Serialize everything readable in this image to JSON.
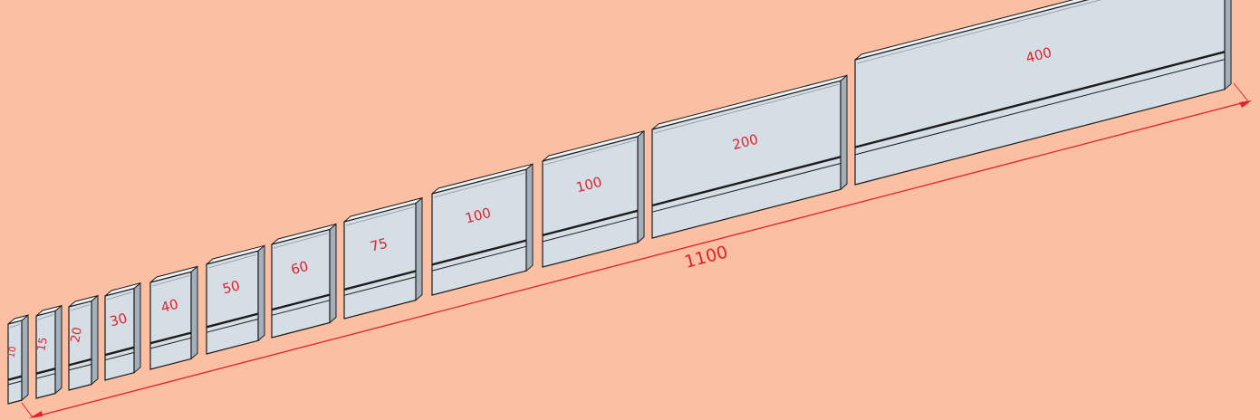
{
  "diagram": {
    "segments": [
      {
        "label": "10"
      },
      {
        "label": "15"
      },
      {
        "label": "20"
      },
      {
        "label": "30"
      },
      {
        "label": "40"
      },
      {
        "label": "50"
      },
      {
        "label": "60"
      },
      {
        "label": "75"
      },
      {
        "label": "100"
      },
      {
        "label": "100"
      },
      {
        "label": "200"
      },
      {
        "label": "400"
      }
    ],
    "total_length": "1100",
    "colors": {
      "background": "#fbbfa3",
      "face": "#d6dee5",
      "top": "#eef2f5",
      "side": "#a3afba",
      "edge": "#1c1c1c",
      "label": "#e3212b"
    }
  }
}
